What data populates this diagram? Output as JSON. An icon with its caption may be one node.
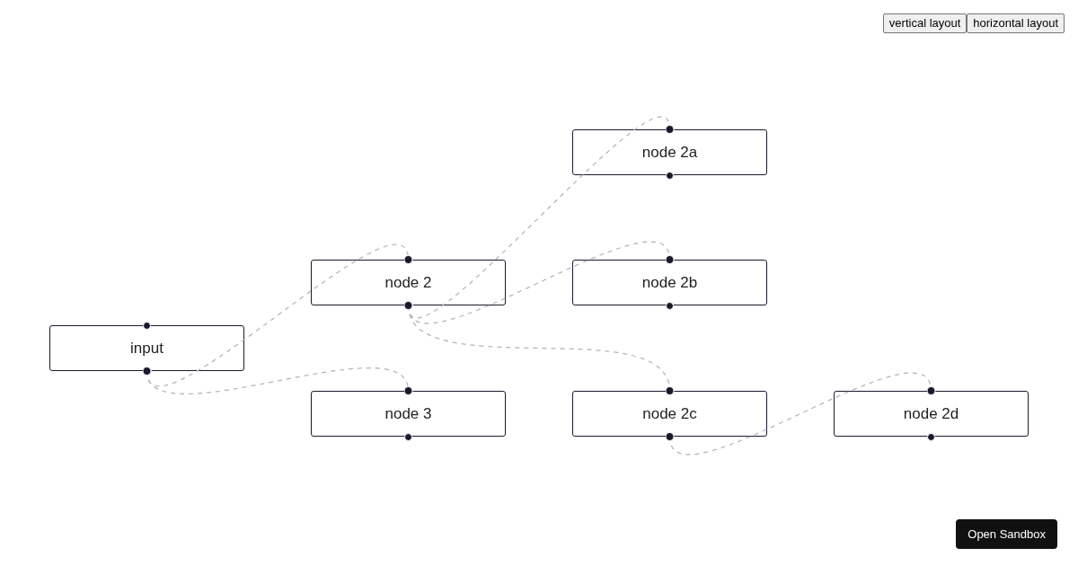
{
  "diagram": {
    "nodes": [
      {
        "text": [
          "input"
        ]
      },
      {
        "text": [
          "node 2"
        ]
      },
      {
        "text": [
          "node 2a"
        ]
      },
      {
        "text": [
          "node 2b"
        ]
      },
      {
        "text": [
          "node 3"
        ]
      },
      {
        "text": [
          "node 2c"
        ]
      },
      {
        "text": [
          "node 2d"
        ]
      }
    ],
    "edges": [
      {
        "from": 0,
        "to": 1,
        "arrow": "other",
        "style": "dashed"
      },
      {
        "from": 0,
        "to": 4,
        "arrow": "other",
        "style": "dashed"
      },
      {
        "from": 1,
        "to": 2,
        "arrow": "other",
        "style": "dashed"
      },
      {
        "from": 1,
        "to": 3,
        "arrow": "other",
        "style": "dashed"
      },
      {
        "from": 1,
        "to": 5,
        "arrow": "other",
        "style": "dashed"
      },
      {
        "from": 5,
        "to": 6,
        "arrow": "other",
        "style": "dashed"
      }
    ],
    "labels": [
      "vertical layout",
      "horizontal layout",
      "Open Sandbox"
    ]
  }
}
